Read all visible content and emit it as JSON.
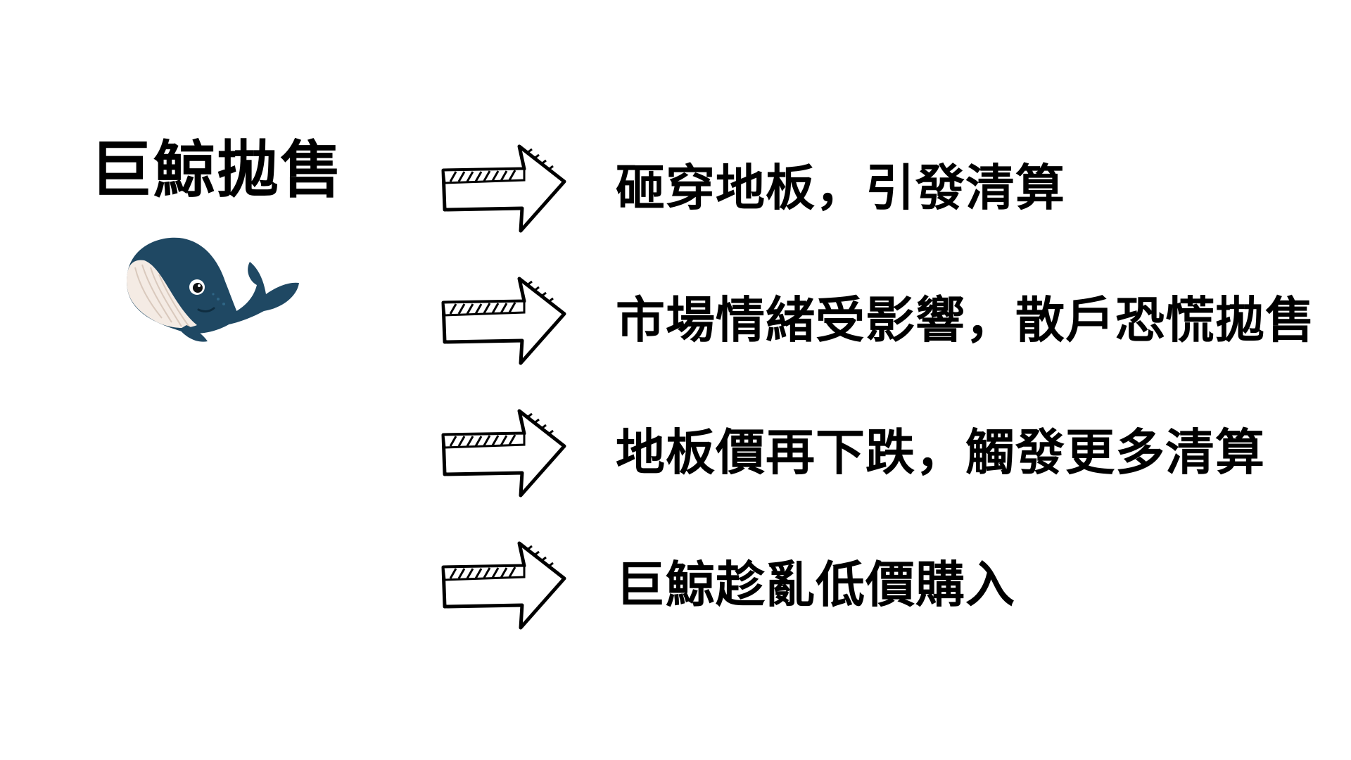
{
  "title": "巨鯨拋售",
  "whale_icon": "whale-icon",
  "arrow_icon": "hand-drawn-arrow-icon",
  "colors": {
    "whale_body": "#1f4863",
    "whale_belly": "#f4ebe4",
    "text": "#000000",
    "background": "#ffffff"
  },
  "steps": [
    {
      "text": "砸穿地板，引發清算"
    },
    {
      "text": "市場情緒受影響，散戶恐慌拋售"
    },
    {
      "text": "地板價再下跌，觸發更多清算"
    },
    {
      "text": "巨鯨趁亂低價購入"
    }
  ]
}
